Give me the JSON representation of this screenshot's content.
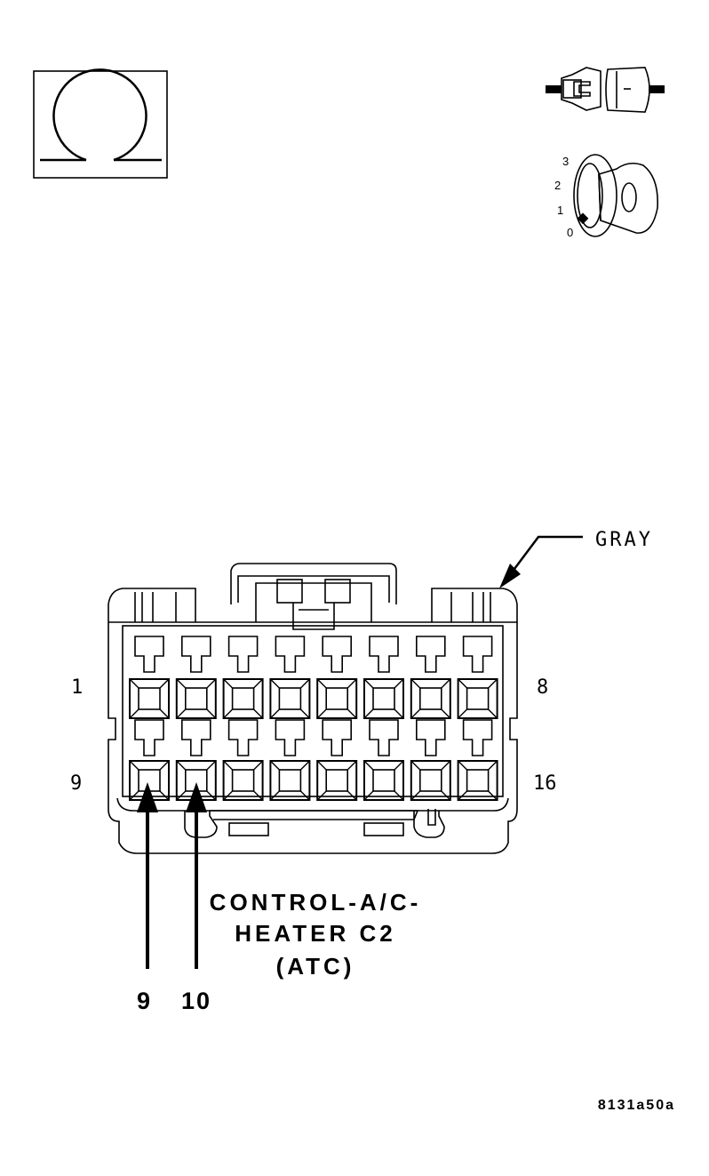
{
  "icons": {
    "ohmmeter": "ohm-symbol-icon",
    "connector_unplugged": "disconnected-connector-icon",
    "ignition_key": "ignition-key-off-icon"
  },
  "ignition_positions": [
    "3",
    "2",
    "1",
    "0"
  ],
  "connector": {
    "color_label": "GRAY",
    "row1_first_pin": "1",
    "row1_last_pin": "8",
    "row2_first_pin": "9",
    "row2_last_pin": "16",
    "pins_per_row": 8,
    "rows": 2
  },
  "caption": {
    "line1": "CONTROL-A/C-",
    "line2": "HEATER C2",
    "line3": "(ATC)"
  },
  "probes": [
    {
      "pin": "9"
    },
    {
      "pin": "10"
    }
  ],
  "figure_code": "8131a50a"
}
